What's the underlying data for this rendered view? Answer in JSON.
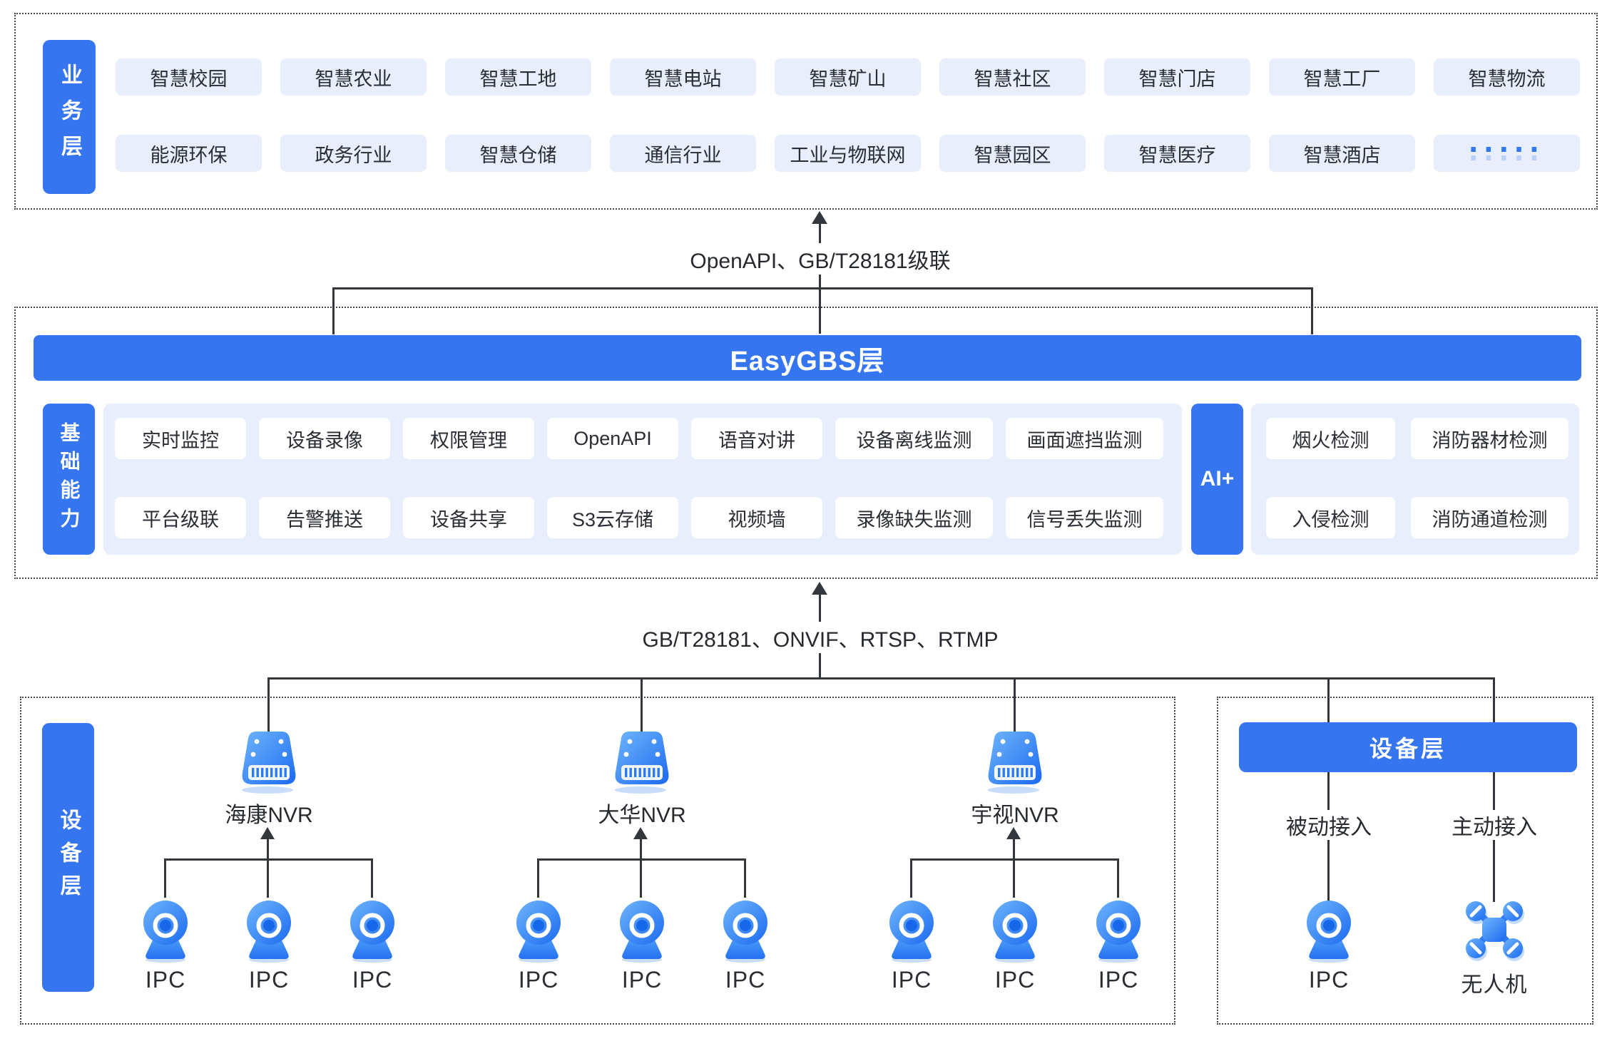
{
  "business_layer": {
    "label": "业务层",
    "row1": [
      "智慧校园",
      "智慧农业",
      "智慧工地",
      "智慧电站",
      "智慧矿山",
      "智慧社区",
      "智慧门店",
      "智慧工厂",
      "智慧物流"
    ],
    "row2": [
      "能源环保",
      "政务行业",
      "智慧仓储",
      "通信行业",
      "工业与物联网",
      "智慧园区",
      "智慧医疗",
      "智慧酒店",
      "·····"
    ]
  },
  "connectors": {
    "top_label": "OpenAPI、GB/T28181级联",
    "bottom_label": "GB/T28181、ONVIF、RTSP、RTMP"
  },
  "easygbs_layer": {
    "title": "EasyGBS层"
  },
  "capability_layer": {
    "label": "基础能力",
    "row1": [
      "实时监控",
      "设备录像",
      "权限管理",
      "OpenAPI",
      "语音对讲",
      "设备离线监测",
      "画面遮挡监测"
    ],
    "row2": [
      "平台级联",
      "告警推送",
      "设备共享",
      "S3云存储",
      "视频墙",
      "录像缺失监测",
      "信号丢失监测"
    ],
    "ai_label": "AI+",
    "ai_row1": [
      "烟火检测",
      "消防器材检测"
    ],
    "ai_row2": [
      "入侵检测",
      "消防通道检测"
    ]
  },
  "device_layer": {
    "label": "设备层",
    "nvr_groups": [
      {
        "name": "海康NVR",
        "cameras": [
          "IPC",
          "IPC",
          "IPC"
        ]
      },
      {
        "name": "大华NVR",
        "cameras": [
          "IPC",
          "IPC",
          "IPC"
        ]
      },
      {
        "name": "宇视NVR",
        "cameras": [
          "IPC",
          "IPC",
          "IPC"
        ]
      }
    ]
  },
  "access_panel": {
    "title": "设备层",
    "passive_label": "被动接入",
    "active_label": "主动接入",
    "passive_device": "IPC",
    "active_device": "无人机"
  },
  "colors": {
    "primary": "#3575F0",
    "panel": "#E8EEFC",
    "line": "#33363B",
    "shadow": "#C9DDFB"
  }
}
